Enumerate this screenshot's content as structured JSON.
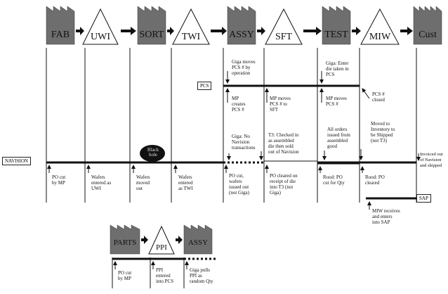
{
  "stages": {
    "fab": "FAB",
    "uwi": "UWI",
    "sort": "SORT",
    "twi": "TWI",
    "assy": "ASSY",
    "sft": "SFT",
    "test": "TEST",
    "miw": "MIW",
    "cust": "Cust"
  },
  "stages2": {
    "parts": "PARTS",
    "ppi": "PPI",
    "assy": "ASSY"
  },
  "systems": {
    "pcs": "PCS",
    "navision": "NAVISION",
    "sap": "SAP"
  },
  "black_hole": "Black\nhole",
  "notes": {
    "giga_moves": "Giga moves\nPCS # by\noperation",
    "mp_creates": "MP\ncreates\nPCS #",
    "mp_moves_sft": "MP moves\nPCS # to\nSFT",
    "giga_enter": "Giga: Enter\ndie taken in\nPCS",
    "mp_moves": "MP moves\nPCS #",
    "pcs_closed": "PCS #\nclosed",
    "giga_no_nav": "Giga: No\nNavision\ntransactions",
    "t3_checked": "T3: Checked in\nas assembled\ndie then sold\nout of Navision",
    "all_orders": "All orders\nissued from\nassembled\ngood",
    "moved_inv": "Moved to\nInventory to\nbe Shipped\n(not T3)",
    "invoiced": "Invoiced out\nof Navision\nand shipped",
    "po_cut_mp": "PO cut\nby MP",
    "wafers_uwi": "Wafers\nentered as\nUWI",
    "wafers_out": "Wafers\nmoved\nout",
    "wafers_twi": "Wafers\nentered\nas TWI",
    "po_cut_wafers": "PO cut,\nwafers\nissued out\n(not Giga)",
    "po_cleared_t3": "PO cleared on\nreceipt of die\ninto T3 (not\nGiga)",
    "rood_cut": "Rood: PO\ncut for Qty",
    "rood_cleared": "Rood: PO\ncleared",
    "miw_sap": "MIW receives\nand enters\ninto SAP",
    "po_cut_mp2": "PO cut\nby MP",
    "ppi_entered": "PPI\nentered\ninto PCS",
    "giga_pulls": "Giga pulls\nPPI as\nrandom Qty"
  },
  "colors": {
    "factory_fill": "#6e6e6e",
    "line": "#111111"
  }
}
